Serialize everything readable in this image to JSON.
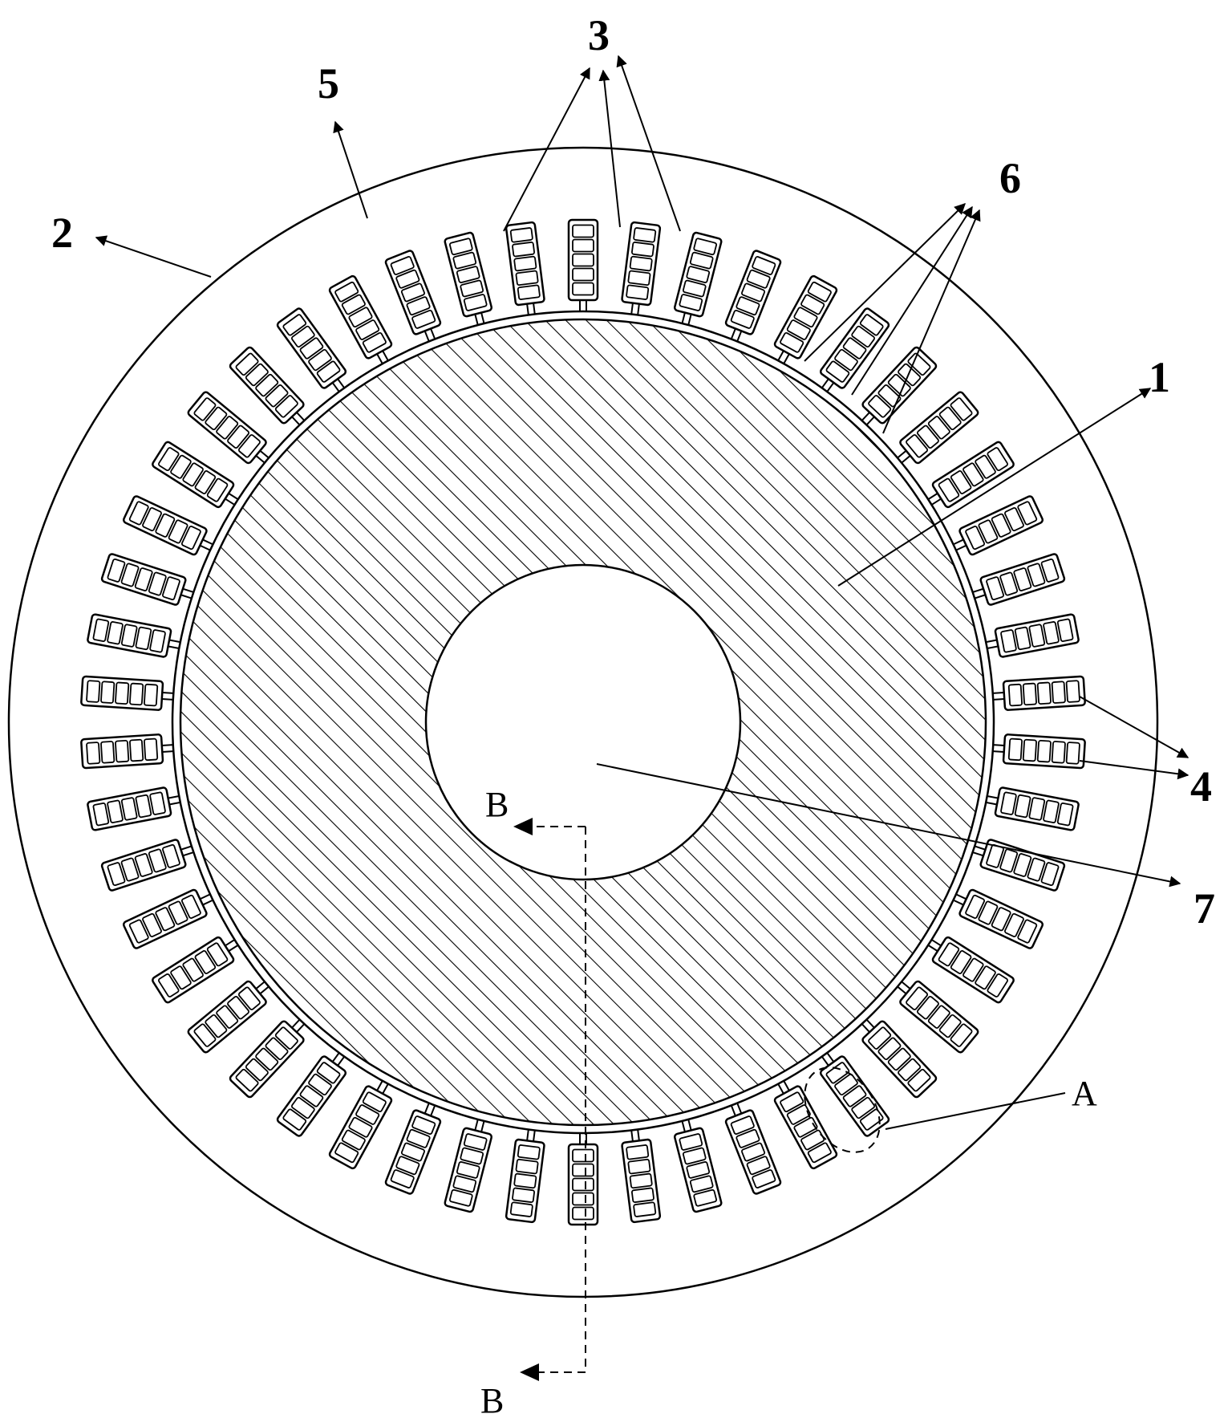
{
  "labels": {
    "rotor": "1",
    "outer_rim": "2",
    "slots": "3",
    "conductors": "4",
    "stator_body": "5",
    "slot_openings": "6",
    "shaft_bore": "7",
    "detail_a": "A",
    "section_top": "B",
    "section_bottom": "B"
  },
  "colors": {
    "line": "#000000",
    "background": "#ffffff"
  },
  "slots": {
    "count": 50,
    "conductors_per_slot": 5
  }
}
